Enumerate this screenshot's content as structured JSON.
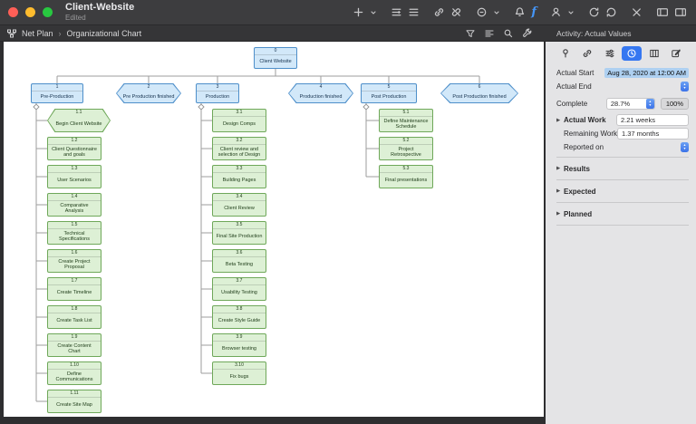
{
  "window": {
    "title": "Client-Website",
    "subtitle": "Edited"
  },
  "toolbar": {
    "icons": [
      "add-icon",
      "chevron-down-icon",
      "insert-row-icon",
      "list-icon",
      "link-icon",
      "unlink-icon",
      "remove-circle-icon",
      "chevron-down-icon",
      "bell-icon",
      "function-icon",
      "user-icon",
      "chevron-down-icon",
      "sync-icon",
      "refresh-icon",
      "tools-icon",
      "panel-left-icon",
      "panel-right-icon"
    ]
  },
  "navbar": {
    "breadcrumb": [
      "Net Plan",
      "Organizational Chart"
    ],
    "icons": [
      "view-switch-icon",
      "filter-icon",
      "format-icon",
      "zoom-icon",
      "wrench-icon"
    ],
    "activity": "Activity: Actual Values"
  },
  "chart": {
    "root": {
      "id": "0",
      "label": "Client Website",
      "shape": "rect"
    },
    "phases": [
      {
        "id": "1",
        "label": "Pre-Production",
        "shape": "rect",
        "children": [
          {
            "id": "1.1",
            "label": "Begin Client Website",
            "shape": "hex"
          },
          {
            "id": "1.2",
            "label": "Client Questionnaire and goals",
            "shape": "rect"
          },
          {
            "id": "1.3",
            "label": "User Scenarios",
            "shape": "rect"
          },
          {
            "id": "1.4",
            "label": "Comparative Analysis",
            "shape": "rect"
          },
          {
            "id": "1.5",
            "label": "Technical Specifications",
            "shape": "rect"
          },
          {
            "id": "1.6",
            "label": "Create Project Proposal",
            "shape": "rect"
          },
          {
            "id": "1.7",
            "label": "Create Timeline",
            "shape": "rect"
          },
          {
            "id": "1.8",
            "label": "Create Task List",
            "shape": "rect"
          },
          {
            "id": "1.9",
            "label": "Create Content Chart",
            "shape": "rect"
          },
          {
            "id": "1.10",
            "label": "Define Communications",
            "shape": "rect"
          },
          {
            "id": "1.11",
            "label": "Create Site Map",
            "shape": "rect"
          }
        ]
      },
      {
        "id": "2",
        "label": "Pre Production finished",
        "shape": "hex",
        "children": []
      },
      {
        "id": "3",
        "label": "Production",
        "shape": "rect",
        "children": [
          {
            "id": "3.1",
            "label": "Design Comps",
            "shape": "rect"
          },
          {
            "id": "3.2",
            "label": "Client review and selection of Design",
            "shape": "rect"
          },
          {
            "id": "3.3",
            "label": "Building Pages",
            "shape": "rect"
          },
          {
            "id": "3.4",
            "label": "Client Review",
            "shape": "rect"
          },
          {
            "id": "3.5",
            "label": "Final Site Production",
            "shape": "rect"
          },
          {
            "id": "3.6",
            "label": "Beta Testing",
            "shape": "rect"
          },
          {
            "id": "3.7",
            "label": "Usability Testing",
            "shape": "rect"
          },
          {
            "id": "3.8",
            "label": "Create Style Guide",
            "shape": "rect"
          },
          {
            "id": "3.9",
            "label": "Browser testing",
            "shape": "rect"
          },
          {
            "id": "3.10",
            "label": "Fix bugs",
            "shape": "rect"
          }
        ]
      },
      {
        "id": "4",
        "label": "Production finished",
        "shape": "hex",
        "children": []
      },
      {
        "id": "5",
        "label": "Post Production",
        "shape": "rect",
        "children": [
          {
            "id": "5.1",
            "label": "Define Maintenance Schedule",
            "shape": "rect"
          },
          {
            "id": "5.2",
            "label": "Project Retrospective",
            "shape": "rect"
          },
          {
            "id": "5.3",
            "label": "Final presentations",
            "shape": "rect"
          }
        ]
      },
      {
        "id": "6",
        "label": "Post Production finished",
        "shape": "hex",
        "children": []
      }
    ]
  },
  "inspector": {
    "tabs": [
      "pin-icon",
      "link-icon",
      "sliders-icon",
      "clock-icon",
      "grid-icon",
      "note-icon"
    ],
    "selected_tab": 3,
    "actual_start": {
      "label": "Actual Start",
      "value": "Aug 28, 2020 at 12:00 AM"
    },
    "actual_end": {
      "label": "Actual End",
      "value": ""
    },
    "complete": {
      "label": "Complete",
      "value": "28.7%",
      "quick": "100%"
    },
    "actual_work": {
      "label": "Actual Work",
      "value": "2.21 weeks"
    },
    "remaining_work": {
      "label": "Remaining Work",
      "value": "1.37 months"
    },
    "reported_on": {
      "label": "Reported on",
      "value": ""
    },
    "sections": [
      "Results",
      "Expected",
      "Planned"
    ]
  }
}
